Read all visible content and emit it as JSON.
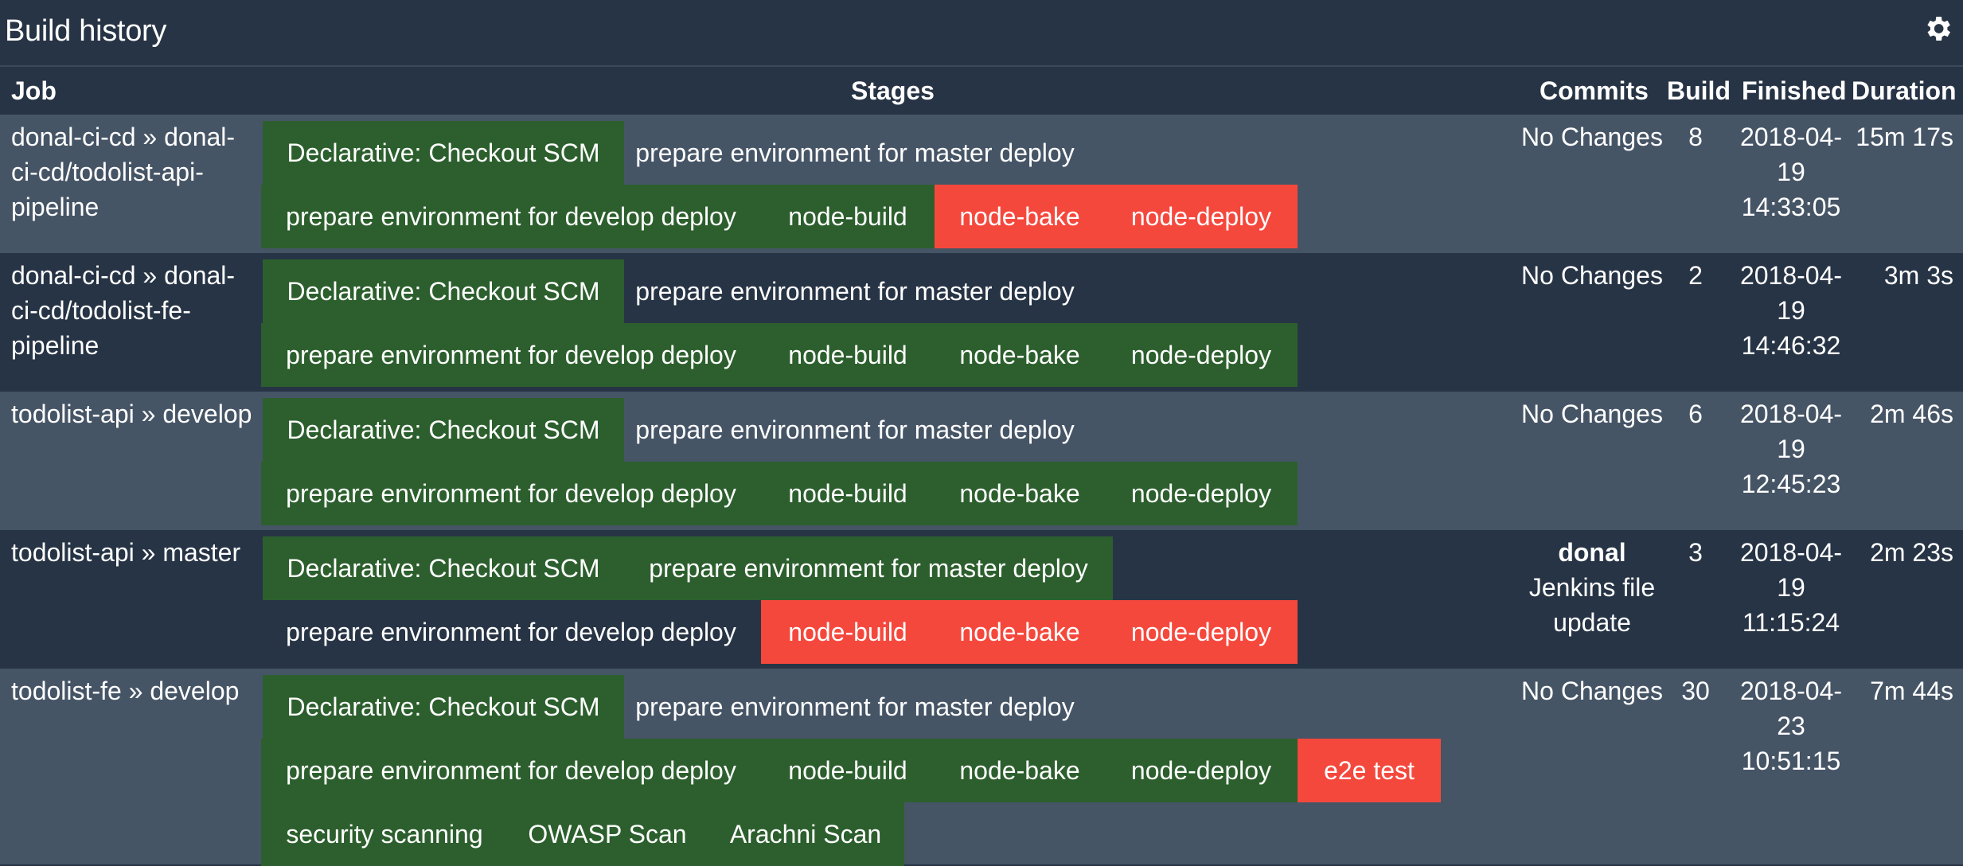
{
  "header": {
    "title": "Build history",
    "settings_icon": "gear-icon"
  },
  "columns": {
    "job": "Job",
    "stages": "Stages",
    "commits": "Commits",
    "build": "Build",
    "finished": "Finished",
    "duration": "Duration"
  },
  "colors": {
    "success": "#2c5f2d",
    "failed": "#f5483d",
    "row_light": "#465566",
    "row_dark": "#273445"
  },
  "rows": [
    {
      "job": "donal-ci-cd » donal-ci-cd/todolist-api-pipeline",
      "stages": {
        "checkout": "Declarative: Checkout SCM",
        "master": "prepare environment for master deploy",
        "develop": "prepare environment for develop deploy",
        "build": "node-build",
        "bake": "node-bake",
        "deploy": "node-deploy"
      },
      "commits": "No Changes",
      "build": "8",
      "finished": "2018-04-19 14:33:05",
      "duration": "15m 17s"
    },
    {
      "job": "donal-ci-cd » donal-ci-cd/todolist-fe-pipeline",
      "stages": {
        "checkout": "Declarative: Checkout SCM",
        "master": "prepare environment for master deploy",
        "develop": "prepare environment for develop deploy",
        "build": "node-build",
        "bake": "node-bake",
        "deploy": "node-deploy"
      },
      "commits": "No Changes",
      "build": "2",
      "finished": "2018-04-19 14:46:32",
      "duration": "3m 3s"
    },
    {
      "job": "todolist-api » develop",
      "stages": {
        "checkout": "Declarative: Checkout SCM",
        "master": "prepare environment for master deploy",
        "develop": "prepare environment for develop deploy",
        "build": "node-build",
        "bake": "node-bake",
        "deploy": "node-deploy"
      },
      "commits": "No Changes",
      "build": "6",
      "finished": "2018-04-19 12:45:23",
      "duration": "2m 46s"
    },
    {
      "job": "todolist-api » master",
      "stages": {
        "checkout": "Declarative: Checkout SCM",
        "master": "prepare environment for master deploy",
        "develop": "prepare environment for develop deploy",
        "build": "node-build",
        "bake": "node-bake",
        "deploy": "node-deploy"
      },
      "commits_author": "donal",
      "commits": "Jenkins file update",
      "build": "3",
      "finished": "2018-04-19 11:15:24",
      "duration": "2m 23s"
    },
    {
      "job": "todolist-fe » develop",
      "stages": {
        "checkout": "Declarative: Checkout SCM",
        "master": "prepare environment for master deploy",
        "develop": "prepare environment for develop deploy",
        "build": "node-build",
        "bake": "node-bake",
        "deploy": "node-deploy",
        "e2e": "e2e test",
        "security": "security scanning",
        "owasp": "OWASP Scan",
        "arachni": "Arachni Scan"
      },
      "commits": "No Changes",
      "build": "30",
      "finished": "2018-04-23 10:51:15",
      "duration": "7m 44s"
    }
  ]
}
